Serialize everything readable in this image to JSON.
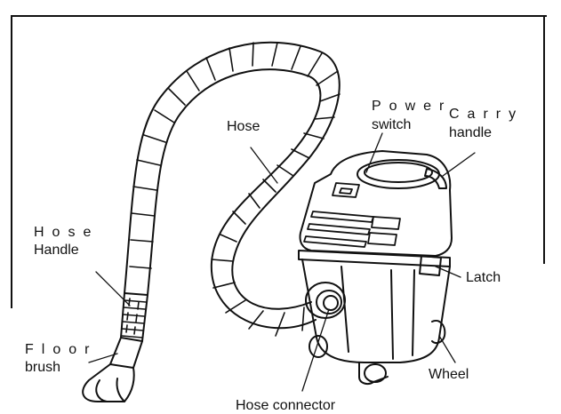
{
  "diagram": {
    "labels": {
      "hose": "Hose",
      "power_line1": "Power",
      "power_line2": "switch",
      "carry_line1": "Carry",
      "carry_line2": "handle",
      "hose_handle_line1": "Hose",
      "hose_handle_line2": "Handle",
      "latch": "Latch",
      "floor_line1": "Floor",
      "floor_line2": "brush",
      "wheel": "Wheel",
      "hose_connector": "Hose connector"
    }
  }
}
